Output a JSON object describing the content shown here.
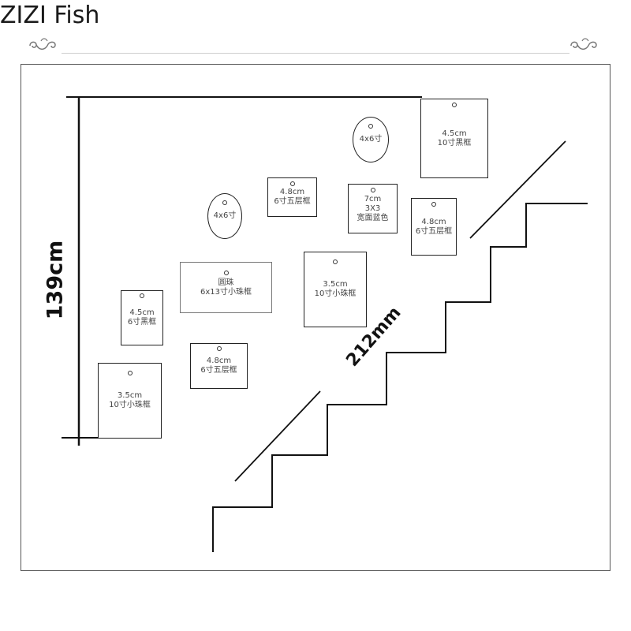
{
  "brand": {
    "name": "ZIZI Fish"
  },
  "dimensions": {
    "height_label": "139cm",
    "diagonal_label": "212mm"
  },
  "frames": {
    "f1": {
      "line1": "4.5cm",
      "line2": "10寸黑框",
      "line3": ""
    },
    "f2": {
      "line1": "4x6寸",
      "line2": "",
      "line3": ""
    },
    "f3": {
      "line1": "4.8cm",
      "line2": "6寸五层框",
      "line3": ""
    },
    "f4": {
      "line1": "7cm",
      "line2": "3X3",
      "line3": "宽面蓝色"
    },
    "f5": {
      "line1": "4.8cm",
      "line2": "6寸五层框",
      "line3": ""
    },
    "f6": {
      "line1": "4x6寸",
      "line2": "",
      "line3": ""
    },
    "f7": {
      "line1": "圆珠",
      "line2": "6x13寸小珠框",
      "line3": ""
    },
    "f8": {
      "line1": "3.5cm",
      "line2": "10寸小珠框",
      "line3": ""
    },
    "f9": {
      "line1": "4.5cm",
      "line2": "6寸黑框",
      "line3": ""
    },
    "f10": {
      "line1": "4.8cm",
      "line2": "6寸五层框",
      "line3": ""
    },
    "f11": {
      "line1": "3.5cm",
      "line2": "10寸小珠框",
      "line3": ""
    }
  },
  "icons": {
    "left_ornament": "scroll-ornament-icon",
    "right_ornament": "scroll-ornament-icon"
  }
}
